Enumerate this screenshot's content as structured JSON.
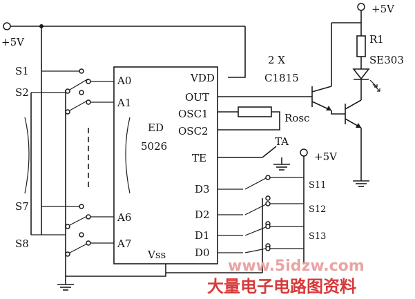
{
  "supply": {
    "input_label": "+5V",
    "top_right_label": "+5V",
    "te_supply_label": "+5V"
  },
  "switches": {
    "s1": "S1",
    "s2": "S2",
    "s7": "S7",
    "s8": "S8"
  },
  "ic": {
    "name_line1": "ED",
    "name_line2": "5026",
    "pins_left": [
      "A0",
      "A1",
      "A6",
      "A7"
    ],
    "pins_right": [
      "VDD",
      "OUT",
      "OSC1",
      "OSC2",
      "TE",
      "D3",
      "D2",
      "D1",
      "D0"
    ],
    "pin_bottom": "Vss"
  },
  "components": {
    "r1": "R1",
    "led": "SE303",
    "transistor_count": "2 X",
    "transistor_part": "C1815",
    "rosc": "Rosc",
    "ta": "TA"
  },
  "data_switches": {
    "s11": "S11",
    "s12": "S12",
    "s13": "S13"
  },
  "watermark": {
    "url": "www.5idzw.com",
    "caption": "大量电子电路图资料"
  }
}
